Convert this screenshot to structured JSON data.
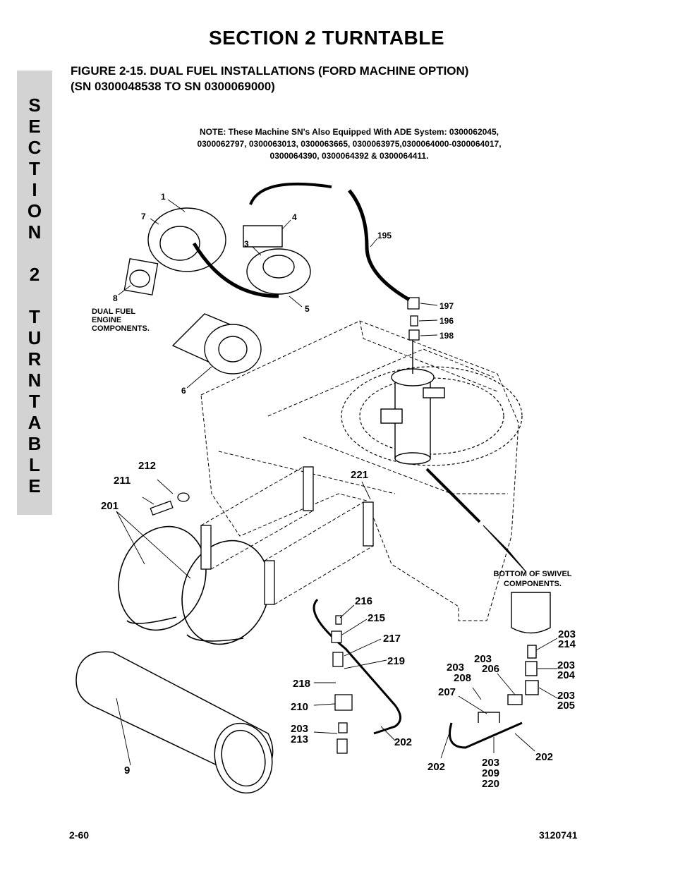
{
  "section_title": "SECTION 2   TURNTABLE",
  "figure_title_line1": "FIGURE 2-15.  DUAL FUEL INSTALLATIONS (FORD MACHINE OPTION)",
  "figure_title_line2": "(SN 0300048538 TO SN 0300069000)",
  "side_tab_letters": [
    "S",
    "E",
    "C",
    "T",
    "I",
    "O",
    "N",
    "",
    "2",
    "",
    "T",
    "U",
    "R",
    "N",
    "T",
    "A",
    "B",
    "L",
    "E"
  ],
  "note_lines": [
    "NOTE:  These Machine SN's Also Equipped With ADE System:  0300062045,",
    "0300062797, 0300063013, 0300063665, 0300063975,0300064000-0300064017,",
    "0300064390, 0300064392 & 0300064411."
  ],
  "captions": {
    "engine_components": [
      "DUAL FUEL",
      "ENGINE",
      "COMPONENTS."
    ],
    "swivel_components": [
      "BOTTOM OF SWIVEL",
      "COMPONENTS."
    ]
  },
  "callouts": {
    "c1": "1",
    "c7": "7",
    "c4": "4",
    "c3": "3",
    "c5": "5",
    "c8": "8",
    "c6": "6",
    "c195": "195",
    "c197": "197",
    "c196": "196",
    "c198": "198",
    "c212": "212",
    "c211": "211",
    "c201": "201",
    "c221": "221",
    "c216": "216",
    "c215": "215",
    "c217": "217",
    "c219": "219",
    "c218": "218",
    "c210": "210",
    "c203a": "203",
    "c213": "213",
    "c202a": "202",
    "c9": "9",
    "c203b": "203",
    "c214": "214",
    "c203c": "203",
    "c204": "204",
    "c203d": "203",
    "c205": "205",
    "c203e": "203",
    "c206": "206",
    "c203f": "203",
    "c208": "208",
    "c207": "207",
    "c202b": "202",
    "c202c": "202",
    "c203g": "203",
    "c209": "209",
    "c220": "220"
  },
  "footer_left": "2-60",
  "footer_right": "3120741"
}
